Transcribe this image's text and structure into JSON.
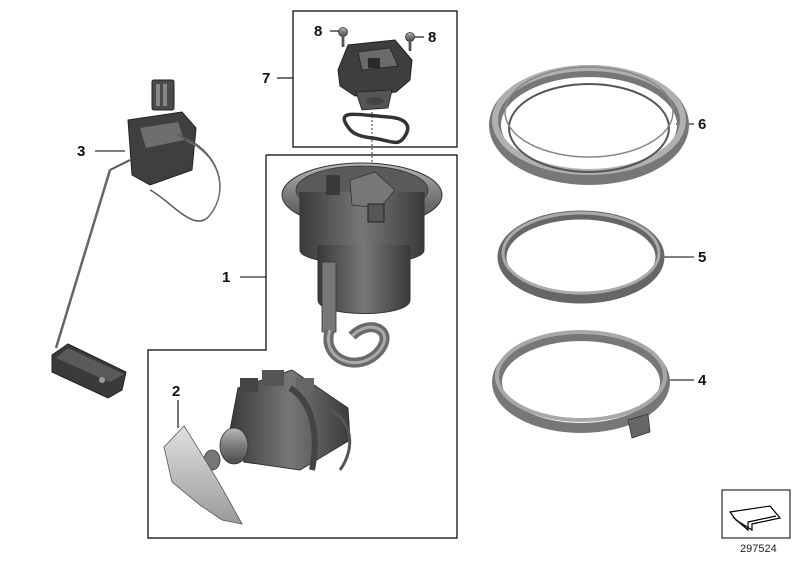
{
  "diagram": {
    "callouts": {
      "c1": "1",
      "c2": "2",
      "c3": "3",
      "c4": "4",
      "c5": "5",
      "c6": "6",
      "c7": "7",
      "c8a": "8",
      "c8b": "8"
    },
    "diagram_id": "297524",
    "parts": {
      "fuel_pump_unit": "fuel-pump-icon",
      "filter_sheet": "filter-sheet-icon",
      "level_sensor": "level-sensor-icon",
      "retaining_ring": "ring-icon",
      "gasket_ring": "gasket-icon",
      "lock_ring": "lock-ring-icon",
      "connector": "connector-icon",
      "screw": "screw-icon"
    },
    "colors": {
      "part_dark": "#4a4a4a",
      "part_mid": "#8a8a8a",
      "part_light": "#c8c8c8",
      "frame": "#000000"
    }
  }
}
